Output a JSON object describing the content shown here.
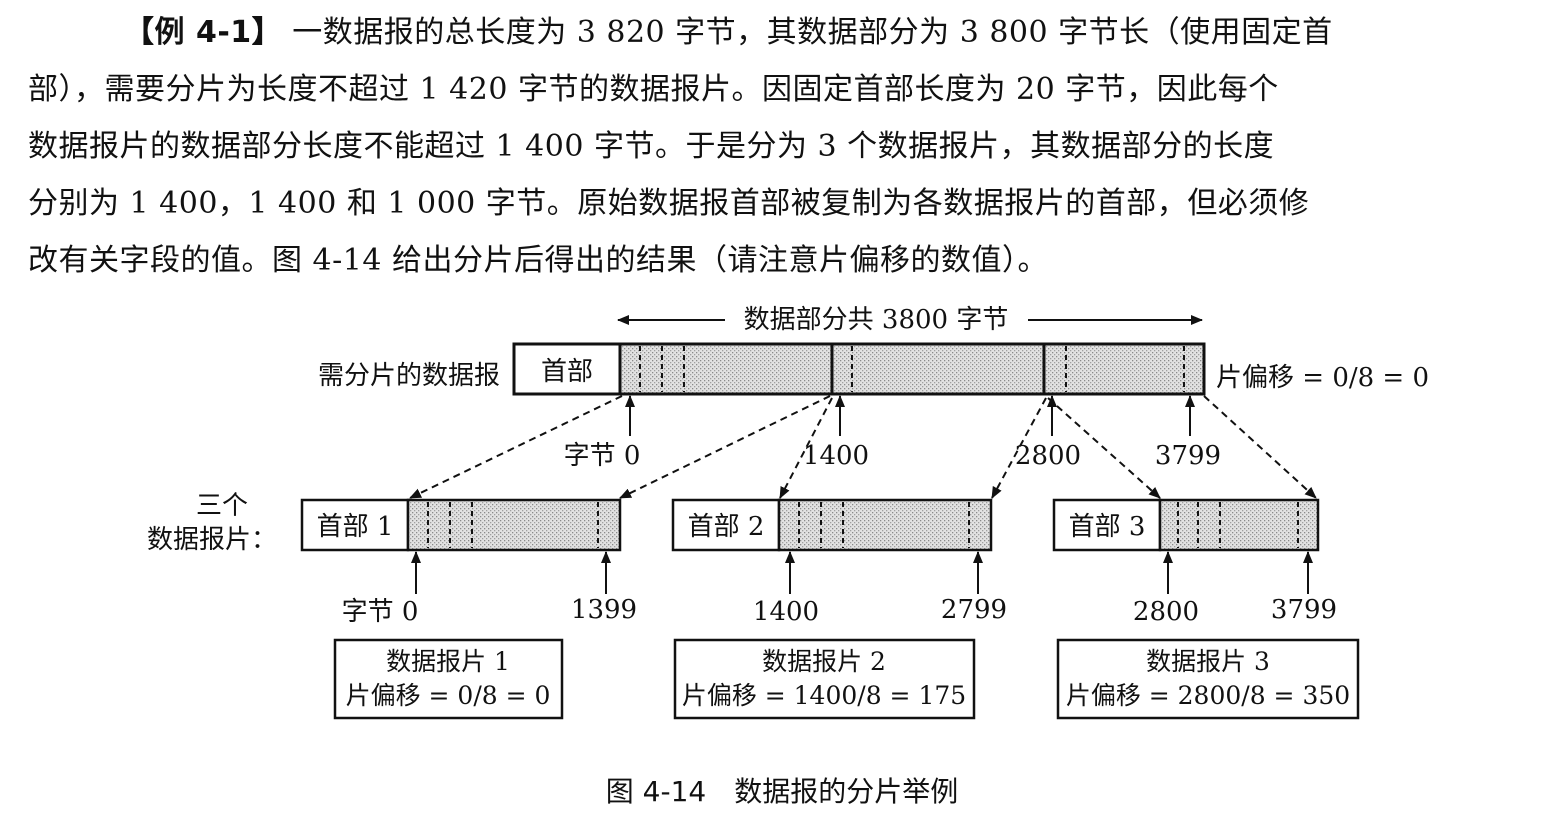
{
  "paragraph": {
    "tag": "【例 4-1】",
    "lines": [
      "一数据报的总长度为 3 820 字节，其数据部分为 3 800 字节长（使用固定首",
      "部），需要分片为长度不超过 1 420 字节的数据报片。因固定首部长度为 20 字节，因此每个",
      "数据报片的数据部分长度不能超过 1 400 字节。于是分为 3 个数据报片，其数据部分的长度",
      "分别为 1 400，1 400 和 1 000 字节。原始数据报首部被复制为各数据报片的首部，但必须修",
      "改有关字段的值。图 4-14 给出分片后得出的结果（请注意片偏移的数值）。"
    ]
  },
  "diagram": {
    "top_span_label": "数据部分共 3800 字节",
    "original_label": "需分片的数据报",
    "original_header": "首部",
    "original_offset": "片偏移 = 0/8 = 0",
    "original_ticks": [
      "字节 0",
      "1400",
      "2800",
      "3799"
    ],
    "fragments_label_1": "三个",
    "fragments_label_2": "数据报片：",
    "fragments": [
      {
        "header": "首部 1",
        "start": "字节 0",
        "end": "1399",
        "box_title": "数据报片 1",
        "box_offset": "片偏移 = 0/8 = 0"
      },
      {
        "header": "首部 2",
        "start": "1400",
        "end": "2799",
        "box_title": "数据报片 2",
        "box_offset": "片偏移 = 1400/8 = 175"
      },
      {
        "header": "首部 3",
        "start": "2800",
        "end": "3799",
        "box_title": "数据报片 3",
        "box_offset": "片偏移 = 2800/8 = 350"
      }
    ]
  },
  "caption": "图 4-14　数据报的分片举例"
}
